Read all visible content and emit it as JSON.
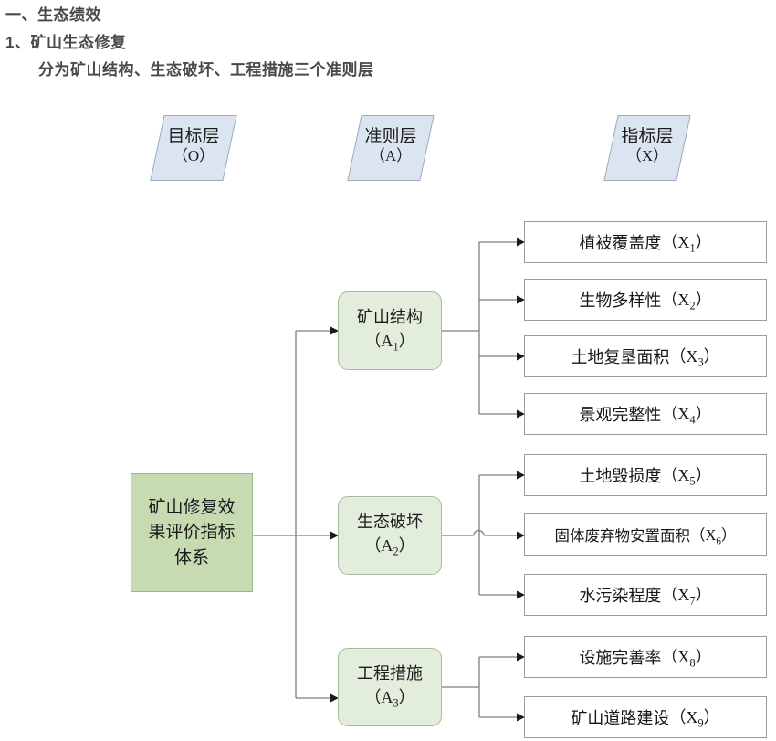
{
  "document": {
    "heading_section": "一、生态绩效",
    "heading_item": "1、矿山生态修复",
    "heading_desc": "分为矿山结构、生态破坏、工程措施三个准则层"
  },
  "colors": {
    "layer_header_fill": "#dbe5f1",
    "layer_header_border": "#9aabbf",
    "goal_fill": "#c7dbb2",
    "goal_border": "#9bb889",
    "criteria_fill": "#e2eddc",
    "criteria_border": "#a9bb9c",
    "indicator_fill": "#ffffff",
    "indicator_border": "#9c9c9c",
    "connector": "#7f7f7f",
    "heading_text": "#4a4a4a"
  },
  "diagram": {
    "type": "hierarchy-tree",
    "layer_headers": [
      {
        "name": "goal-layer-header",
        "cn": "目标层",
        "code": "（O）"
      },
      {
        "name": "criteria-layer-header",
        "cn": "准则层",
        "code": "（A）"
      },
      {
        "name": "indicator-layer-header",
        "cn": "指标层",
        "code": "（X）"
      }
    ],
    "goal": {
      "id": "O",
      "label": "矿山修复效果评价指标体系",
      "lines": [
        "矿山修复效",
        "果评价指标",
        "体系"
      ]
    },
    "criteria": [
      {
        "id": "A1",
        "label": "矿山结构",
        "code_base": "（A",
        "code_sub": "1",
        "code_tail": "）"
      },
      {
        "id": "A2",
        "label": "生态破坏",
        "code_base": "（A",
        "code_sub": "2",
        "code_tail": "）"
      },
      {
        "id": "A3",
        "label": "工程措施",
        "code_base": "（A",
        "code_sub": "3",
        "code_tail": "）"
      }
    ],
    "indicators": [
      {
        "id": "X1",
        "parent": "A1",
        "label": "植被覆盖度",
        "code_base": "（X",
        "code_sub": "1",
        "code_tail": "）"
      },
      {
        "id": "X2",
        "parent": "A1",
        "label": "生物多样性",
        "code_base": "（X",
        "code_sub": "2",
        "code_tail": "）"
      },
      {
        "id": "X3",
        "parent": "A1",
        "label": "土地复垦面积",
        "code_base": "（X",
        "code_sub": "3",
        "code_tail": "）"
      },
      {
        "id": "X4",
        "parent": "A1",
        "label": "景观完整性",
        "code_base": "（X",
        "code_sub": "4",
        "code_tail": "）"
      },
      {
        "id": "X5",
        "parent": "A2",
        "label": "土地毁损度",
        "code_base": "（X",
        "code_sub": "5",
        "code_tail": "）"
      },
      {
        "id": "X6",
        "parent": "A2",
        "label": "固体废弃物安置面积",
        "code_base": "（X",
        "code_sub": "6",
        "code_tail": "）"
      },
      {
        "id": "X7",
        "parent": "A2",
        "label": "水污染程度",
        "code_base": "（X",
        "code_sub": "7",
        "code_tail": "）"
      },
      {
        "id": "X8",
        "parent": "A3",
        "label": "设施完善率",
        "code_base": "（X",
        "code_sub": "8",
        "code_tail": "）"
      },
      {
        "id": "X9",
        "parent": "A3",
        "label": "矿山道路建设",
        "code_base": "（X",
        "code_sub": "9",
        "code_tail": "）"
      }
    ]
  }
}
